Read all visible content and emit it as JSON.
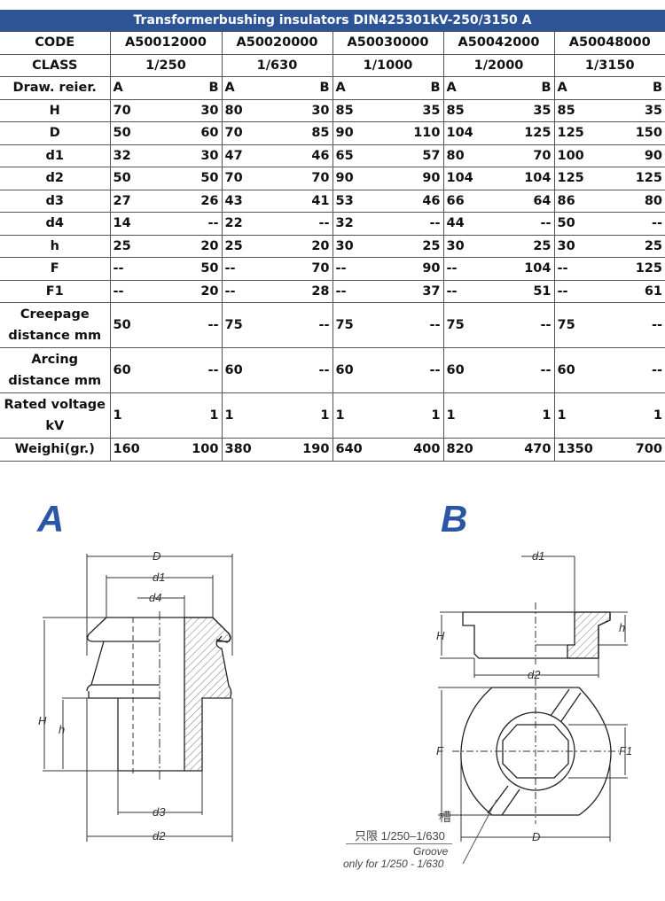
{
  "title": "Transformerbushing insulators DIN425301kV-250/3150 A",
  "header": {
    "code_label": "CODE",
    "class_label": "CLASS",
    "draw_label": "Draw. reier.",
    "codes": [
      "A50012000",
      "A50020000",
      "A50030000",
      "A50042000",
      "A50048000"
    ],
    "classes": [
      "1/250",
      "1/630",
      "1/1000",
      "1/2000",
      "1/3150"
    ],
    "draw_a": "A",
    "draw_b": "B"
  },
  "rows": [
    {
      "label": "H",
      "values": [
        [
          "70",
          "30"
        ],
        [
          "80",
          "30"
        ],
        [
          "85",
          "35"
        ],
        [
          "85",
          "35"
        ],
        [
          "85",
          "35"
        ]
      ]
    },
    {
      "label": "D",
      "values": [
        [
          "50",
          "60"
        ],
        [
          "70",
          "85"
        ],
        [
          "90",
          "110"
        ],
        [
          "104",
          "125"
        ],
        [
          "125",
          "150"
        ]
      ]
    },
    {
      "label": "d1",
      "values": [
        [
          "32",
          "30"
        ],
        [
          "47",
          "46"
        ],
        [
          "65",
          "57"
        ],
        [
          "80",
          "70"
        ],
        [
          "100",
          "90"
        ]
      ]
    },
    {
      "label": "d2",
      "values": [
        [
          "50",
          "50"
        ],
        [
          "70",
          "70"
        ],
        [
          "90",
          "90"
        ],
        [
          "104",
          "104"
        ],
        [
          "125",
          "125"
        ]
      ]
    },
    {
      "label": "d3",
      "values": [
        [
          "27",
          "26"
        ],
        [
          "43",
          "41"
        ],
        [
          "53",
          "46"
        ],
        [
          "66",
          "64"
        ],
        [
          "86",
          "80"
        ]
      ]
    },
    {
      "label": "d4",
      "values": [
        [
          "14",
          "--"
        ],
        [
          "22",
          "--"
        ],
        [
          "32",
          "--"
        ],
        [
          "44",
          "--"
        ],
        [
          "50",
          "--"
        ]
      ]
    },
    {
      "label": "h",
      "values": [
        [
          "25",
          "20"
        ],
        [
          "25",
          "20"
        ],
        [
          "30",
          "25"
        ],
        [
          "30",
          "25"
        ],
        [
          "30",
          "25"
        ]
      ]
    },
    {
      "label": "F",
      "values": [
        [
          "--",
          "50"
        ],
        [
          "--",
          "70"
        ],
        [
          "--",
          "90"
        ],
        [
          "--",
          "104"
        ],
        [
          "--",
          "125"
        ]
      ]
    },
    {
      "label": "F1",
      "values": [
        [
          "--",
          "20"
        ],
        [
          "--",
          "28"
        ],
        [
          "--",
          "37"
        ],
        [
          "--",
          "51"
        ],
        [
          "--",
          "61"
        ]
      ]
    },
    {
      "label": "Creepage distance mm",
      "values": [
        [
          "50",
          "--"
        ],
        [
          "75",
          "--"
        ],
        [
          "75",
          "--"
        ],
        [
          "75",
          "--"
        ],
        [
          "75",
          "--"
        ]
      ]
    },
    {
      "label": "Arcing distance mm",
      "values": [
        [
          "60",
          "--"
        ],
        [
          "60",
          "--"
        ],
        [
          "60",
          "--"
        ],
        [
          "60",
          "--"
        ],
        [
          "60",
          "--"
        ]
      ]
    },
    {
      "label": "Rated voltage kV",
      "values": [
        [
          "1",
          "1"
        ],
        [
          "1",
          "1"
        ],
        [
          "1",
          "1"
        ],
        [
          "1",
          "1"
        ],
        [
          "1",
          "1"
        ]
      ]
    },
    {
      "label": "Weighi(gr.)",
      "values": [
        [
          "160",
          "100"
        ],
        [
          "380",
          "190"
        ],
        [
          "640",
          "400"
        ],
        [
          "820",
          "470"
        ],
        [
          "1350",
          "700"
        ]
      ]
    }
  ],
  "drawing": {
    "label_a": "A",
    "label_b": "B",
    "dims_a": [
      "D",
      "d1",
      "d4",
      "H",
      "h",
      "d3",
      "d2"
    ],
    "dims_b_side": [
      "d1",
      "H",
      "h",
      "d2"
    ],
    "dims_b_top": [
      "F",
      "F1",
      "D"
    ],
    "groove_cn": "槽",
    "groove_cn_range": "只限 1/250–1/630",
    "groove_en": "Groove",
    "groove_en_range": "only for 1/250 - 1/630"
  },
  "colors": {
    "header_bg": "#2d5497",
    "label_blue": "#2a56a5"
  }
}
